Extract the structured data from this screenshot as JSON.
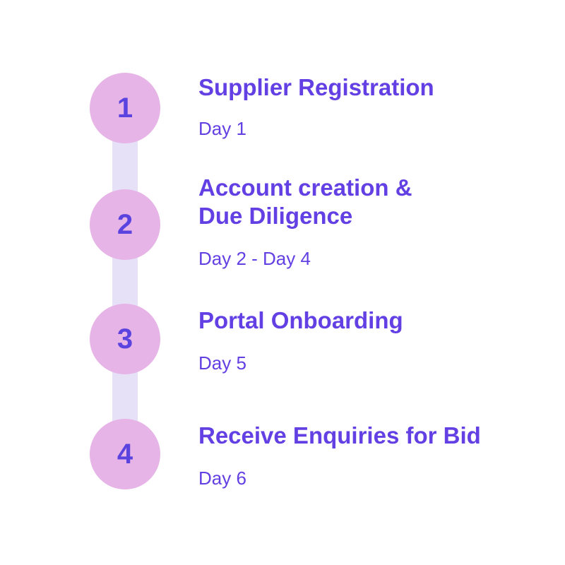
{
  "colors": {
    "accent_text": "#6340e3",
    "circle_fill": "#e6b4e6",
    "connector": "#e7e1f8",
    "background": "#ffffff"
  },
  "steps": [
    {
      "number": "1",
      "title_lines": [
        "Supplier Registration"
      ],
      "day": "Day 1"
    },
    {
      "number": "2",
      "title_lines": [
        "Account creation &",
        "Due Diligence"
      ],
      "day": "Day 2 - Day 4"
    },
    {
      "number": "3",
      "title_lines": [
        "Portal Onboarding"
      ],
      "day": "Day 5"
    },
    {
      "number": "4",
      "title_lines": [
        "Receive Enquiries for Bid"
      ],
      "day": "Day 6"
    }
  ]
}
